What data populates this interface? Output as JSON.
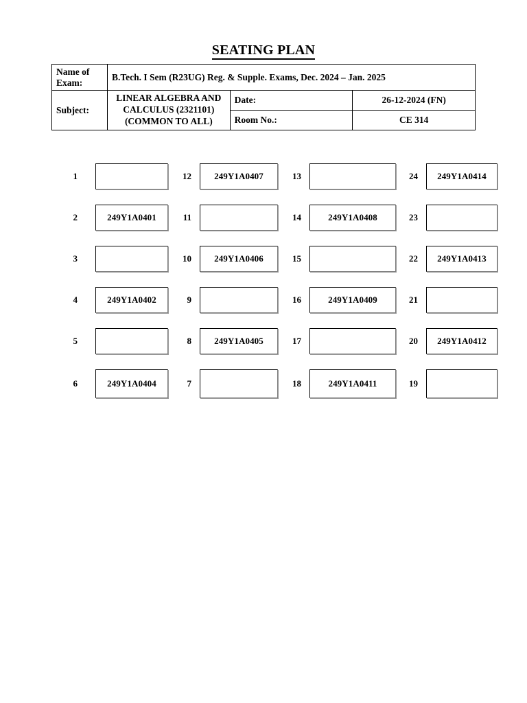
{
  "document": {
    "title": "SEATING PLAN"
  },
  "header": {
    "exam_label": "Name of Exam:",
    "exam_value": "B.Tech. I Sem (R23UG) Reg. & Supple. Exams, Dec. 2024 – Jan. 2025",
    "subject_label": "Subject:",
    "subject_line1": "LINEAR ALGEBRA AND CALCULUS (2321101)",
    "subject_line2": "(COMMON TO ALL)",
    "date_label": "Date:",
    "date_value": "26-12-2024 (FN)",
    "room_label": "Room No.:",
    "room_value": "CE 314"
  },
  "seating": {
    "rows": [
      {
        "a": {
          "num": "1",
          "roll": ""
        },
        "b": {
          "num": "12",
          "roll": "249Y1A0407"
        },
        "c": {
          "num": "13",
          "roll": ""
        },
        "d": {
          "num": "24",
          "roll": "249Y1A0414"
        }
      },
      {
        "a": {
          "num": "2",
          "roll": "249Y1A0401"
        },
        "b": {
          "num": "11",
          "roll": ""
        },
        "c": {
          "num": "14",
          "roll": "249Y1A0408"
        },
        "d": {
          "num": "23",
          "roll": ""
        }
      },
      {
        "a": {
          "num": "3",
          "roll": ""
        },
        "b": {
          "num": "10",
          "roll": "249Y1A0406"
        },
        "c": {
          "num": "15",
          "roll": ""
        },
        "d": {
          "num": "22",
          "roll": "249Y1A0413"
        }
      },
      {
        "a": {
          "num": "4",
          "roll": "249Y1A0402"
        },
        "b": {
          "num": "9",
          "roll": ""
        },
        "c": {
          "num": "16",
          "roll": "249Y1A0409"
        },
        "d": {
          "num": "21",
          "roll": ""
        }
      },
      {
        "a": {
          "num": "5",
          "roll": ""
        },
        "b": {
          "num": "8",
          "roll": "249Y1A0405"
        },
        "c": {
          "num": "17",
          "roll": ""
        },
        "d": {
          "num": "20",
          "roll": "249Y1A0412"
        }
      },
      {
        "a": {
          "num": "6",
          "roll": "249Y1A0404"
        },
        "b": {
          "num": "7",
          "roll": ""
        },
        "c": {
          "num": "18",
          "roll": "249Y1A0411"
        },
        "d": {
          "num": "19",
          "roll": ""
        }
      }
    ]
  }
}
